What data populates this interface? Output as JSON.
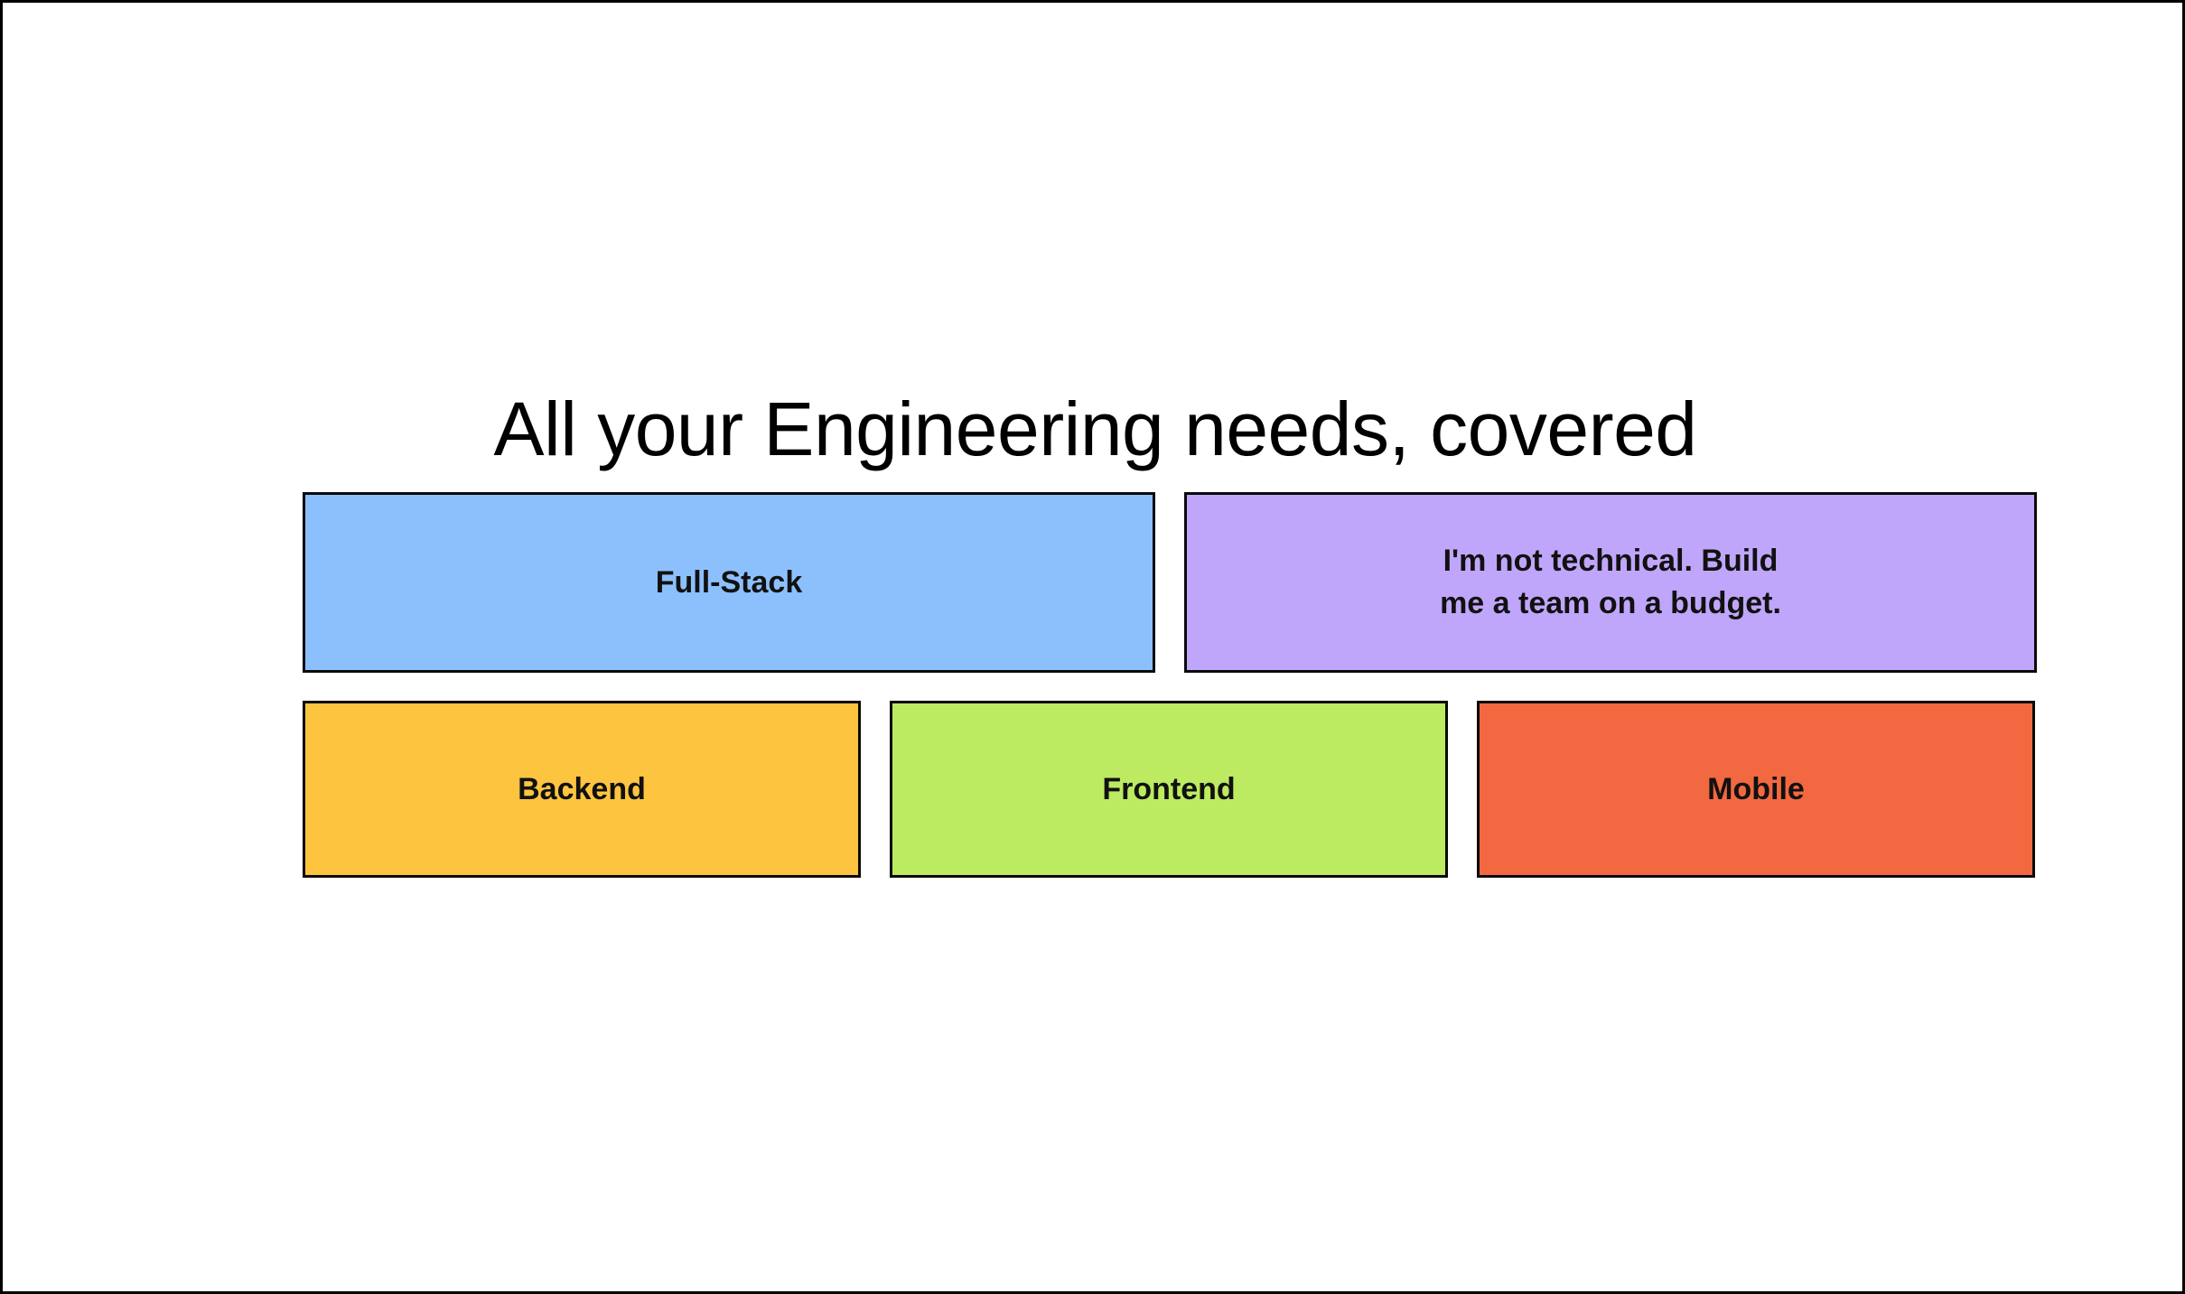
{
  "page": {
    "title": "All your Engineering needs, covered",
    "background_color": "#ffffff",
    "border_color": "#000000"
  },
  "cards": {
    "rows": [
      {
        "name": "top-row",
        "items": [
          {
            "id": "full-stack",
            "label": "Full-Stack",
            "color": "#8CC0FD",
            "border_color": "#0a0a0a",
            "text_color": "#111111"
          },
          {
            "id": "non-technical",
            "label": "I'm not technical. Build me a team on a budget.",
            "line1": "I'm not technical. Build",
            "line2": "me a team on a budget.",
            "color": "#C0A6FA",
            "border_color": "#0a0a0a",
            "text_color": "#111111"
          }
        ]
      },
      {
        "name": "bottom-row",
        "items": [
          {
            "id": "backend",
            "label": "Backend",
            "color": "#FDC43F",
            "border_color": "#0a0a0a",
            "text_color": "#111111"
          },
          {
            "id": "frontend",
            "label": "Frontend",
            "color": "#BCEA61",
            "border_color": "#0a0a0a",
            "text_color": "#111111"
          },
          {
            "id": "mobile",
            "label": "Mobile",
            "color": "#F26840",
            "border_color": "#0a0a0a",
            "text_color": "#111111"
          }
        ]
      }
    ]
  }
}
